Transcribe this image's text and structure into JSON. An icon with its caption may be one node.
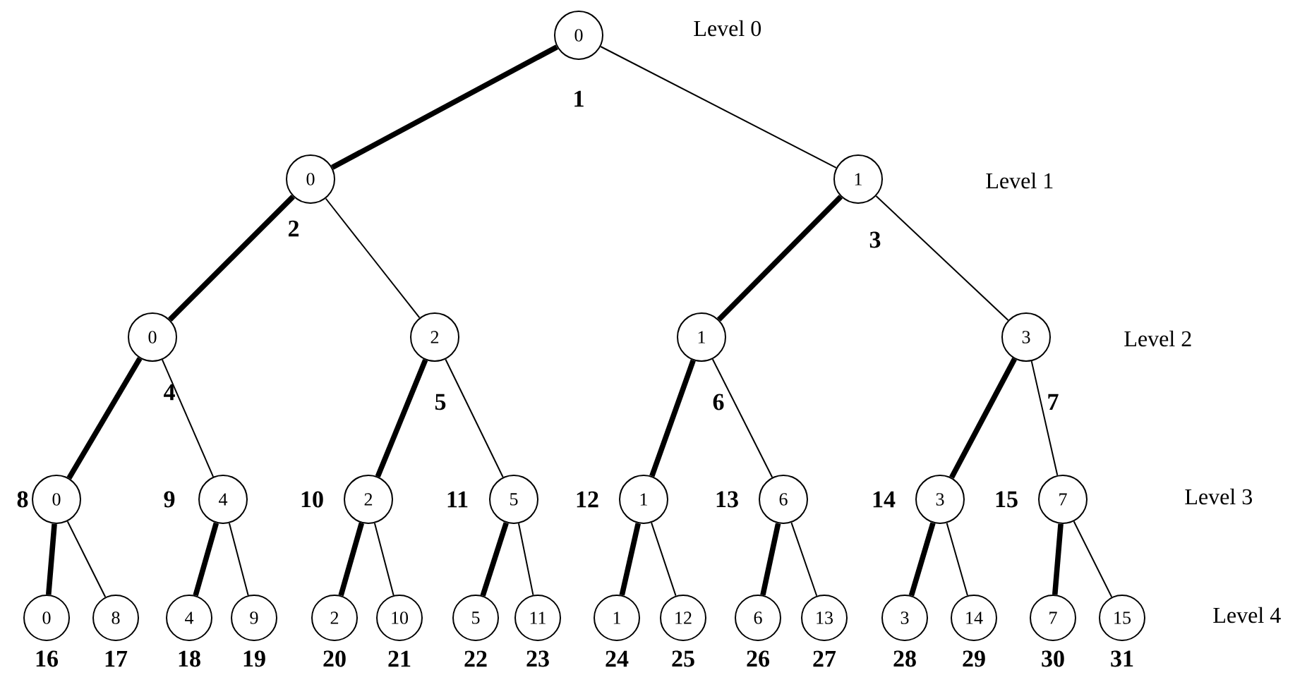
{
  "diagram": {
    "nodes": [
      {
        "text": [
          "0"
        ],
        "beside": [
          "1"
        ]
      },
      {
        "text": [
          "0"
        ],
        "beside": [
          "2"
        ]
      },
      {
        "text": [
          "1"
        ],
        "beside": [
          "3"
        ]
      },
      {
        "text": [
          "0"
        ],
        "beside": [
          "4"
        ]
      },
      {
        "text": [
          "2"
        ],
        "beside": [
          "5"
        ]
      },
      {
        "text": [
          "1"
        ],
        "beside": [
          "6"
        ]
      },
      {
        "text": [
          "3"
        ],
        "beside": [
          "7"
        ]
      },
      {
        "text": [
          "0"
        ],
        "beside": [
          "8"
        ]
      },
      {
        "text": [
          "4"
        ],
        "beside": [
          "9"
        ]
      },
      {
        "text": [
          "2"
        ],
        "beside": [
          "10"
        ]
      },
      {
        "text": [
          "5"
        ],
        "beside": [
          "11"
        ]
      },
      {
        "text": [
          "1"
        ],
        "beside": [
          "12"
        ]
      },
      {
        "text": [
          "6"
        ],
        "beside": [
          "13"
        ]
      },
      {
        "text": [
          "3"
        ],
        "beside": [
          "14"
        ]
      },
      {
        "text": [
          "7"
        ],
        "beside": [
          "15"
        ]
      },
      {
        "text": [
          "0"
        ],
        "beside": [
          "16"
        ]
      },
      {
        "text": [
          "8"
        ],
        "beside": [
          "17"
        ]
      },
      {
        "text": [
          "4"
        ],
        "beside": [
          "18"
        ]
      },
      {
        "text": [
          "9"
        ],
        "beside": [
          "19"
        ]
      },
      {
        "text": [
          "2"
        ],
        "beside": [
          "20"
        ]
      },
      {
        "text": [
          "10"
        ],
        "beside": [
          "21"
        ]
      },
      {
        "text": [
          "5"
        ],
        "beside": [
          "22"
        ]
      },
      {
        "text": [
          "11"
        ],
        "beside": [
          "23"
        ]
      },
      {
        "text": [
          "1"
        ],
        "beside": [
          "24"
        ]
      },
      {
        "text": [
          "12"
        ],
        "beside": [
          "25"
        ]
      },
      {
        "text": [
          "6"
        ],
        "beside": [
          "26"
        ]
      },
      {
        "text": [
          "13"
        ],
        "beside": [
          "27"
        ]
      },
      {
        "text": [
          "3"
        ],
        "beside": [
          "28"
        ]
      },
      {
        "text": [
          "14"
        ],
        "beside": [
          "29"
        ]
      },
      {
        "text": [
          "7"
        ],
        "beside": [
          "30"
        ]
      },
      {
        "text": [
          "15"
        ],
        "beside": [
          "31"
        ]
      }
    ],
    "edges": [
      {
        "from": 0,
        "to": 1,
        "arrow": "none",
        "style": "thick"
      },
      {
        "from": 0,
        "to": 2,
        "arrow": "none"
      },
      {
        "from": 1,
        "to": 3,
        "arrow": "none",
        "style": "thick"
      },
      {
        "from": 1,
        "to": 4,
        "arrow": "none"
      },
      {
        "from": 2,
        "to": 5,
        "arrow": "none",
        "style": "thick"
      },
      {
        "from": 2,
        "to": 6,
        "arrow": "none"
      },
      {
        "from": 3,
        "to": 7,
        "arrow": "none",
        "style": "thick"
      },
      {
        "from": 3,
        "to": 8,
        "arrow": "none"
      },
      {
        "from": 4,
        "to": 9,
        "arrow": "none",
        "style": "thick"
      },
      {
        "from": 4,
        "to": 10,
        "arrow": "none"
      },
      {
        "from": 5,
        "to": 11,
        "arrow": "none",
        "style": "thick"
      },
      {
        "from": 5,
        "to": 12,
        "arrow": "none"
      },
      {
        "from": 6,
        "to": 13,
        "arrow": "none",
        "style": "thick"
      },
      {
        "from": 6,
        "to": 14,
        "arrow": "none"
      },
      {
        "from": 7,
        "to": 15,
        "arrow": "none",
        "style": "thick"
      },
      {
        "from": 7,
        "to": 16,
        "arrow": "none"
      },
      {
        "from": 8,
        "to": 17,
        "arrow": "none",
        "style": "thick"
      },
      {
        "from": 8,
        "to": 18,
        "arrow": "none"
      },
      {
        "from": 9,
        "to": 19,
        "arrow": "none",
        "style": "thick"
      },
      {
        "from": 9,
        "to": 20,
        "arrow": "none"
      },
      {
        "from": 10,
        "to": 21,
        "arrow": "none",
        "style": "thick"
      },
      {
        "from": 10,
        "to": 22,
        "arrow": "none"
      },
      {
        "from": 11,
        "to": 23,
        "arrow": "none",
        "style": "thick"
      },
      {
        "from": 11,
        "to": 24,
        "arrow": "none"
      },
      {
        "from": 12,
        "to": 25,
        "arrow": "none",
        "style": "thick"
      },
      {
        "from": 12,
        "to": 26,
        "arrow": "none"
      },
      {
        "from": 13,
        "to": 27,
        "arrow": "none",
        "style": "thick"
      },
      {
        "from": 13,
        "to": 28,
        "arrow": "none"
      },
      {
        "from": 14,
        "to": 29,
        "arrow": "none",
        "style": "thick"
      },
      {
        "from": 14,
        "to": 30,
        "arrow": "none"
      }
    ],
    "labels": [
      "Level 0",
      "Level 1",
      "Level 2",
      "Level 3",
      "Level 4"
    ]
  }
}
